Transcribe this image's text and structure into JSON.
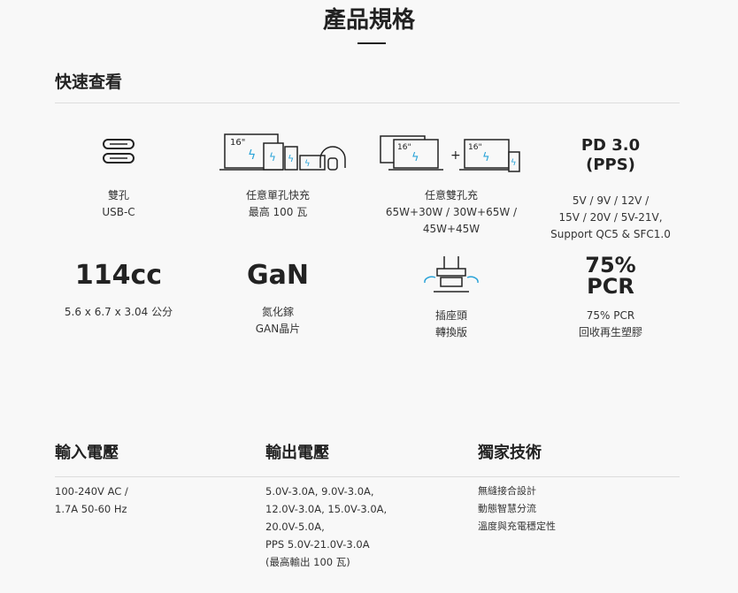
{
  "title": "產品規格",
  "quick_view": "快速查看",
  "features": [
    {
      "lines": [
        "雙孔",
        "USB-C"
      ],
      "icon": "usb-c-ports-icon"
    },
    {
      "lines": [
        "任意單孔快充",
        "最高 100 瓦"
      ],
      "icon": "devices-charging-icon",
      "icon_text": "16\""
    },
    {
      "lines": [
        "任意雙孔充",
        "65W+30W / 30W+65W /",
        "45W+45W"
      ],
      "icon": "dual-laptop-charging-icon",
      "icon_text": "16\"",
      "plus": "+"
    },
    {
      "big": [
        "PD 3.0",
        "(PPS)"
      ],
      "lines": [
        "5V / 9V / 12V /",
        "15V / 20V / 5V-21V,",
        "Support QC5 & SFC1.0"
      ]
    },
    {
      "big": [
        "114cc"
      ],
      "lines": [
        "5.6 x 6.7 x 3.04 公分"
      ]
    },
    {
      "big": [
        "GaN"
      ],
      "lines": [
        "氮化鎵",
        "GAN晶片"
      ]
    },
    {
      "lines": [
        "插座頭",
        "轉換版"
      ],
      "icon": "rotating-plug-icon"
    },
    {
      "big": [
        "75%",
        "PCR"
      ],
      "lines": [
        "75% PCR",
        "回收再生塑膠"
      ]
    }
  ],
  "specs": [
    {
      "heading": "輸入電壓",
      "lines": [
        "100-240V AC /",
        "1.7A 50-60 Hz"
      ]
    },
    {
      "heading": "輸出電壓",
      "lines": [
        "5.0V-3.0A, 9.0V-3.0A,",
        "12.0V-3.0A, 15.0V-3.0A,",
        "20.0V-5.0A,",
        "PPS 5.0V-21.0V-3.0A",
        "(最高輸出 100 瓦)"
      ]
    },
    {
      "heading": "獨家技術",
      "lines": [
        "無縫接合設計",
        "動態智慧分流",
        "溫度與充電穩定性"
      ]
    }
  ],
  "colors": {
    "accent": "#2aa3d8"
  }
}
